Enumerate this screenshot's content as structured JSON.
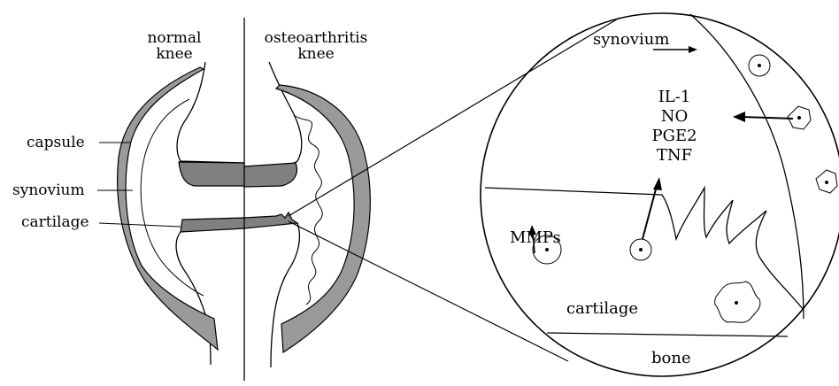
{
  "labels": {
    "normal_knee_1": "normal",
    "normal_knee_2": "knee",
    "oa_knee_1": "osteoarthritis",
    "oa_knee_2": "knee",
    "capsule": "capsule",
    "synovium_left": "synovium",
    "cartilage_left": "cartilage",
    "synovium_zoom": "synovium",
    "il1": "IL-1",
    "no": "NO",
    "pge2": "PGE2",
    "tnf": "TNF",
    "mmps": "MMPs",
    "cartilage_zoom": "cartilage",
    "bone": "bone"
  },
  "colors": {
    "capsule_fill": "#9a9a9a",
    "cartilage_fill": "#808080",
    "line": "#000000"
  }
}
